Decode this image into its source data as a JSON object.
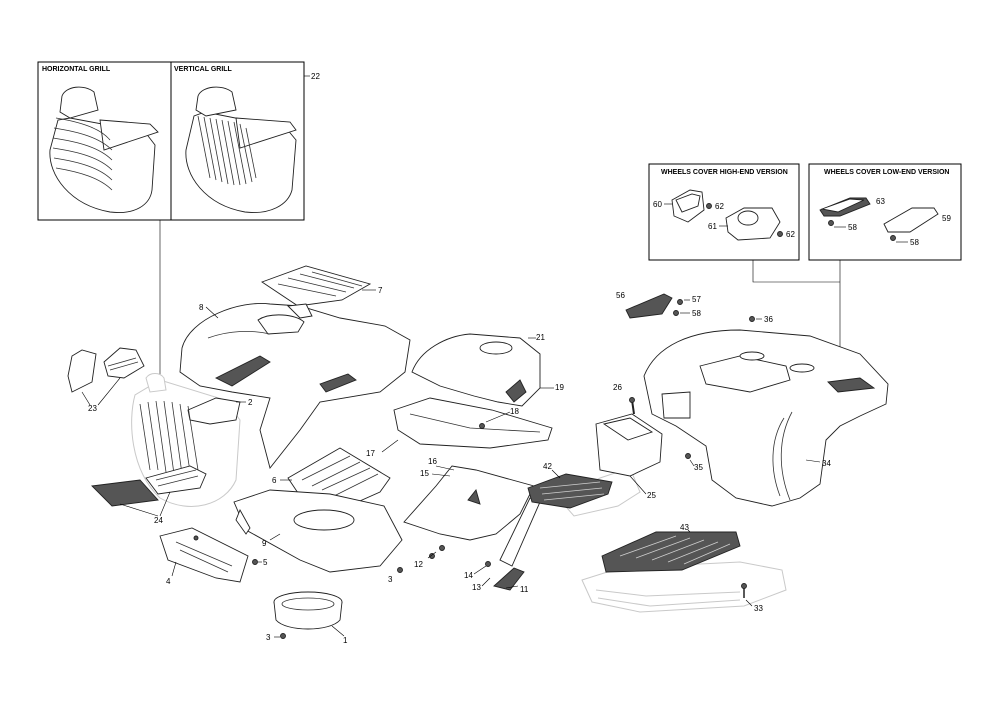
{
  "insets": {
    "horizontal_grill": "HORIZONTAL GRILL",
    "vertical_grill": "VERTICAL GRILL",
    "wheels_high": "WHEELS COVER HIGH-END VERSION",
    "wheels_low": "WHEELS COVER LOW-END VERSION"
  },
  "callouts": {
    "c1": "1",
    "c2": "2",
    "c3a": "3",
    "c3b": "3",
    "c4": "4",
    "c5": "5",
    "c6": "6",
    "c7": "7",
    "c8": "8",
    "c9": "9",
    "c11": "11",
    "c12": "12",
    "c13": "13",
    "c14": "14",
    "c15": "15",
    "c16": "16",
    "c17": "17",
    "c18": "18",
    "c19": "19",
    "c21": "21",
    "c22": "22",
    "c23": "23",
    "c24": "24",
    "c25": "25",
    "c26": "26",
    "c33": "33",
    "c34": "34",
    "c35": "35",
    "c36": "36",
    "c42": "42",
    "c43": "43",
    "c56": "56",
    "c57": "57",
    "c58a": "58",
    "c58b": "58",
    "c58c": "58",
    "c59": "59",
    "c60": "60",
    "c61": "61",
    "c62a": "62",
    "c62b": "62",
    "c63": "63"
  }
}
